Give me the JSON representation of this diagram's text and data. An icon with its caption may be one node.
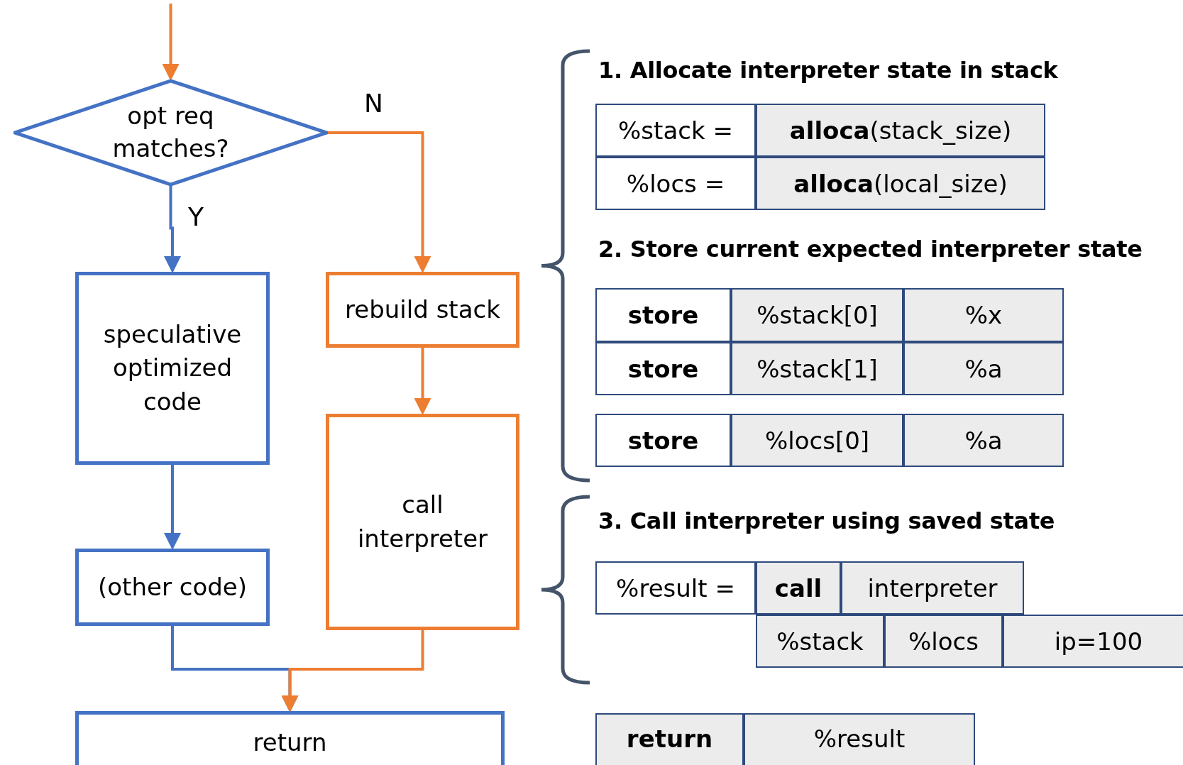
{
  "diagram": {
    "nodes": [
      {
        "text": [
          "opt req matches?"
        ]
      },
      {
        "text": [
          "speculative optimized code"
        ]
      },
      {
        "text": [
          "rebuild stack"
        ]
      },
      {
        "text": [
          "(other code)"
        ]
      },
      {
        "text": [
          "call interpreter"
        ]
      },
      {
        "text": [
          "return"
        ]
      }
    ],
    "edges": [
      {
        "from": null,
        "to": 0,
        "arrow": "to"
      },
      {
        "from": 0,
        "to": 1,
        "arrow": "to",
        "label": "Y",
        "color": "#4472c4"
      },
      {
        "from": 0,
        "to": 2,
        "arrow": "to",
        "label": "N"
      },
      {
        "from": 1,
        "to": 3,
        "arrow": "to",
        "color": "#4472c4"
      },
      {
        "from": 2,
        "to": 4,
        "arrow": "to"
      },
      {
        "from": 3,
        "to": 5,
        "arrow": "to",
        "color": "#4472c4"
      },
      {
        "from": 4,
        "to": 5,
        "arrow": "to"
      }
    ],
    "labels": [
      "1. Allocate interpreter state in stack",
      "%stack =",
      "**alloca**(stack_size)",
      "%locs =",
      "**alloca**(local_size)",
      "2. Store current expected interpreter state",
      "store",
      "%stack[0]",
      "%x",
      "store",
      "%stack[1]",
      "%a",
      "store",
      "%locs[0]",
      "%a",
      "3. Call interpreter using saved state",
      "%result =",
      "call",
      "interpreter",
      "%stack",
      "%locs",
      "ip=100",
      "return",
      "%result"
    ]
  }
}
